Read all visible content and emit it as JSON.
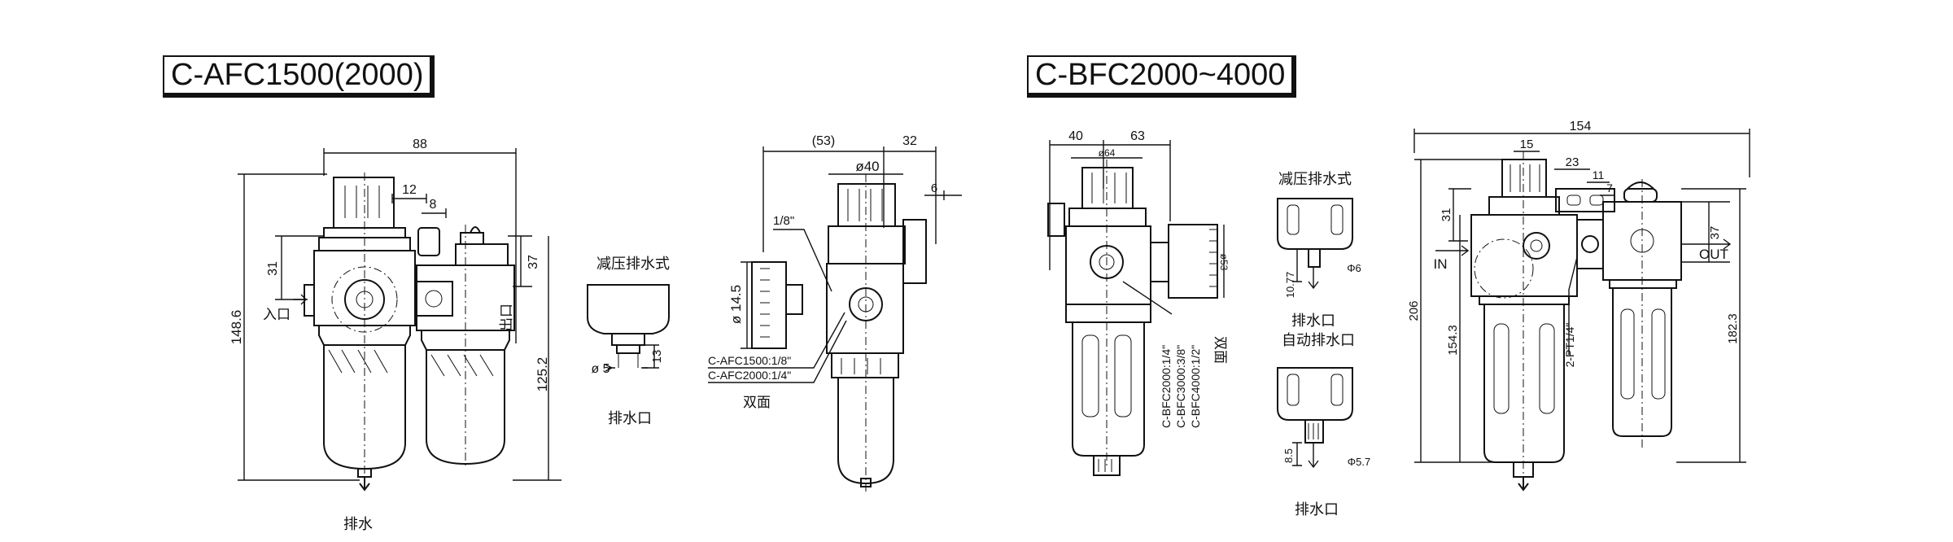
{
  "titles": {
    "left": "C-AFC1500(2000)",
    "right": "C-BFC2000~4000"
  },
  "afc_front": {
    "width": "88",
    "d12": "12",
    "d8": "8",
    "d31": "31",
    "d37": "37",
    "height_total": "148.6",
    "height_right": "125.2",
    "inlet": "入口",
    "outlet": "出口",
    "drain": "排水"
  },
  "afc_drain_detail": {
    "title": "减压排水式",
    "dia": "ø 5",
    "d13": "13",
    "label": "排水口"
  },
  "afc_side": {
    "d53": "(53)",
    "d32": "32",
    "dia40": "ø40",
    "d6": "6",
    "pt18": "1/8\"",
    "dia145": "ø 14.5",
    "port1": "C-AFC1500:1/8\"",
    "port2": "C-AFC2000:1/4\"",
    "double": "双面"
  },
  "bfc_side": {
    "d40": "40",
    "d63": "63",
    "dia64": "ø64",
    "dia53": "ø53",
    "port1": "C-BFC2000:1/4\"",
    "port2": "C-BFC3000:3/8\"",
    "port3": "C-BFC4000:1/2\"",
    "double": "双面"
  },
  "bfc_drain_detail": {
    "title_top": "减压排水式",
    "d1077": "10.77",
    "dia6": "Φ6",
    "label1": "排水口",
    "title_bottom": "自动排水口",
    "d85": "8.5",
    "dia57": "Φ5.7",
    "label2": "排水口"
  },
  "bfc_front": {
    "width": "154",
    "d15": "15",
    "d23": "23",
    "d11": "11",
    "d7": "7",
    "d31": "31",
    "d37": "37",
    "inlet": "IN",
    "outlet": "OUT",
    "height_total": "206",
    "height_mid": "154.3",
    "height_right": "182.3",
    "port": "2-PT1/4\""
  }
}
